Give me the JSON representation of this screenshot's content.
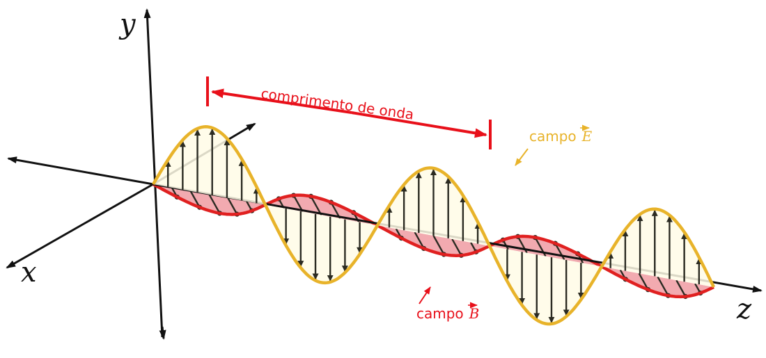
{
  "axes": {
    "x_label": "x",
    "y_label": "y",
    "z_label": "z"
  },
  "wavelength": {
    "text": "comprimento de onda"
  },
  "e_field": {
    "label_prefix": "campo",
    "symbol": "E",
    "color": "#e8b32a",
    "fill": "#fffbe6"
  },
  "b_field": {
    "label_prefix": "campo",
    "symbol": "B",
    "color": "#e02020",
    "fill": "#f2aab0"
  },
  "colors": {
    "annotation": "#e8101a",
    "axis": "#111111",
    "arrow": "#2b2b22"
  }
}
